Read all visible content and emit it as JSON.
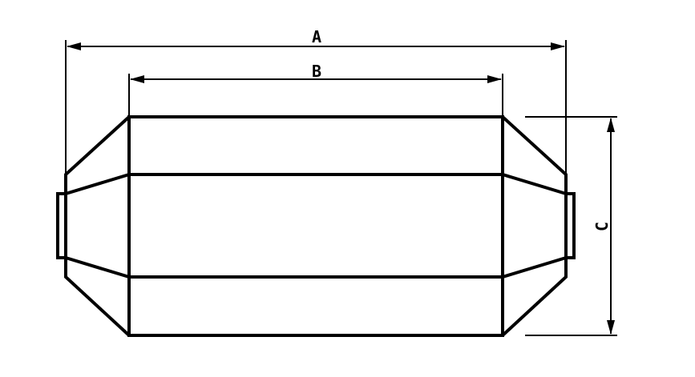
{
  "dimensions": {
    "a_label": "A",
    "b_label": "B",
    "c_label": "C"
  },
  "colors": {
    "line": "#000000",
    "background": "#ffffff"
  }
}
